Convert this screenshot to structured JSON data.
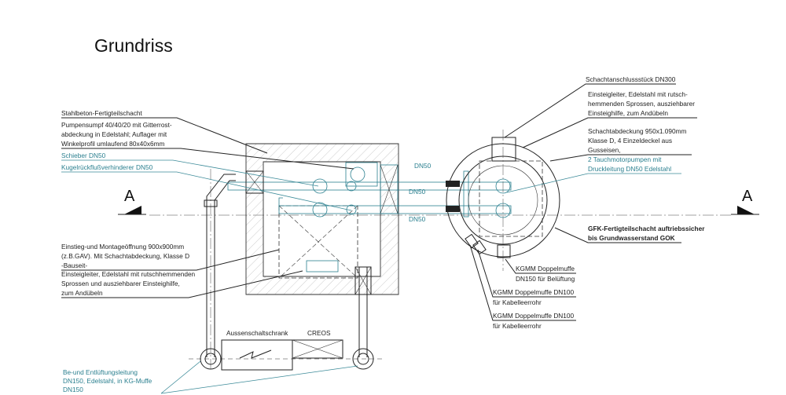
{
  "title": "Grundriss",
  "section_marks": [
    "A",
    "A"
  ],
  "labels_left": {
    "stahlbeton": "Stahlbeton-Fertigteilschacht",
    "pumpensumpf": [
      "Pumpensumpf 40/40/20 mit Gitterrost-",
      "abdeckung in Edelstahl; Auflager mit",
      "Winkelprofil umlaufend 80x40x6mm"
    ],
    "schieber": "Schieber DN50",
    "kugel": "Kugelrückflußverhinderer DN50",
    "einstieg": [
      "Einstieg-und Montageöffnung  900x900mm",
      "(z.B.GAV). Mit Schachtabdeckung, Klasse D",
      "-Bauseit-"
    ],
    "einsteigleiter": [
      "Einsteigleiter, Edelstahl mit rutschhemmenden",
      "Sprossen und ausziehbarer Einsteighilfe,",
      "zum Andübeln"
    ],
    "lueftung": [
      "Be-und Entlüftungsleitung",
      "DN150, Edelstahl, in KG-Muffe",
      "DN150"
    ]
  },
  "labels_right": {
    "anschluss": "Schachtanschlussstück DN300",
    "einsteigleiter": [
      "Einsteigleiter, Edelstahl mit rutsch-",
      "hemmenden Sprossen, ausziehbarer",
      "Einsteighilfe, zum Andübeln"
    ],
    "abdeckung": [
      "Schachtabdeckung 950x1.090mm",
      "Klasse D, 4 Einzeldeckel aus",
      "Gusseisen,"
    ],
    "pumpen": [
      "2 Tauchmotorpumpen mit",
      "Druckleitung DN50 Edelstahl"
    ],
    "gfk": [
      "GFK-Fertigteilschacht auftriebssicher",
      "bis Grundwasserstand GOK"
    ],
    "muffe150": [
      "KGMM Doppelmuffe",
      "DN150 für Belüftung"
    ],
    "muffe100a": [
      "KGMM Doppelmuffe DN100",
      "für Kabelleerrohr"
    ],
    "muffe100b": [
      "KGMM Doppelmuffe DN100",
      "für Kabelleerrohr"
    ]
  },
  "pipe_labels": [
    "DN50",
    "DN50",
    "DN50"
  ],
  "cabinet": {
    "name": "Aussenschaltschrank",
    "creos": "CREOS"
  }
}
